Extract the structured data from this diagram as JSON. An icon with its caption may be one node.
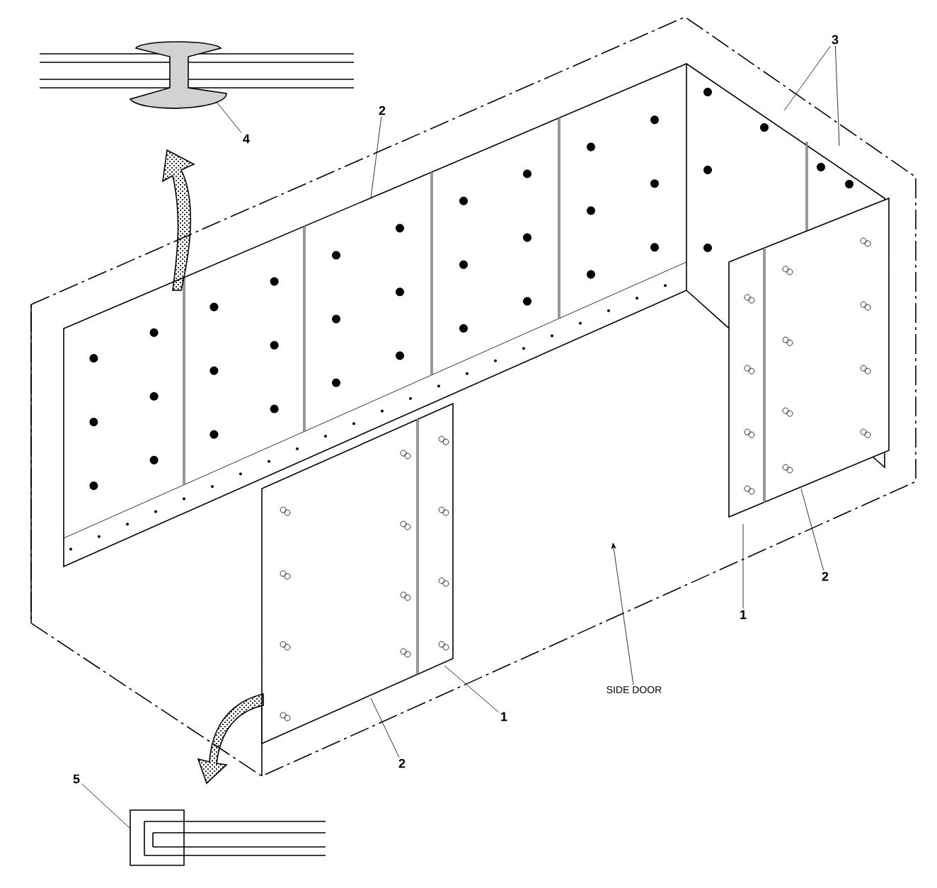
{
  "diagram": {
    "nodes": [
      {
        "text": [
          "4"
        ]
      },
      {
        "text": [
          "2"
        ]
      },
      {
        "text": [
          "3"
        ]
      },
      {
        "text": [
          "1"
        ]
      },
      {
        "text": [
          "2"
        ]
      },
      {
        "text": [
          "1"
        ]
      },
      {
        "text": [
          "2"
        ]
      },
      {
        "text": [
          "5"
        ]
      },
      {
        "text": [
          "SIDE DOOR"
        ]
      }
    ],
    "edges": [
      {
        "from": 0,
        "to": null,
        "arrow": "none"
      },
      {
        "from": 1,
        "to": null,
        "arrow": "none"
      },
      {
        "from": 2,
        "to": null,
        "arrow": "none"
      },
      {
        "from": 2,
        "to": null,
        "arrow": "none"
      },
      {
        "from": 3,
        "to": null,
        "arrow": "none"
      },
      {
        "from": 4,
        "to": null,
        "arrow": "none"
      },
      {
        "from": 5,
        "to": null,
        "arrow": "none"
      },
      {
        "from": 6,
        "to": null,
        "arrow": "none"
      },
      {
        "from": 7,
        "to": null,
        "arrow": "none"
      },
      {
        "from": 8,
        "to": null,
        "arrow": "to"
      }
    ]
  }
}
